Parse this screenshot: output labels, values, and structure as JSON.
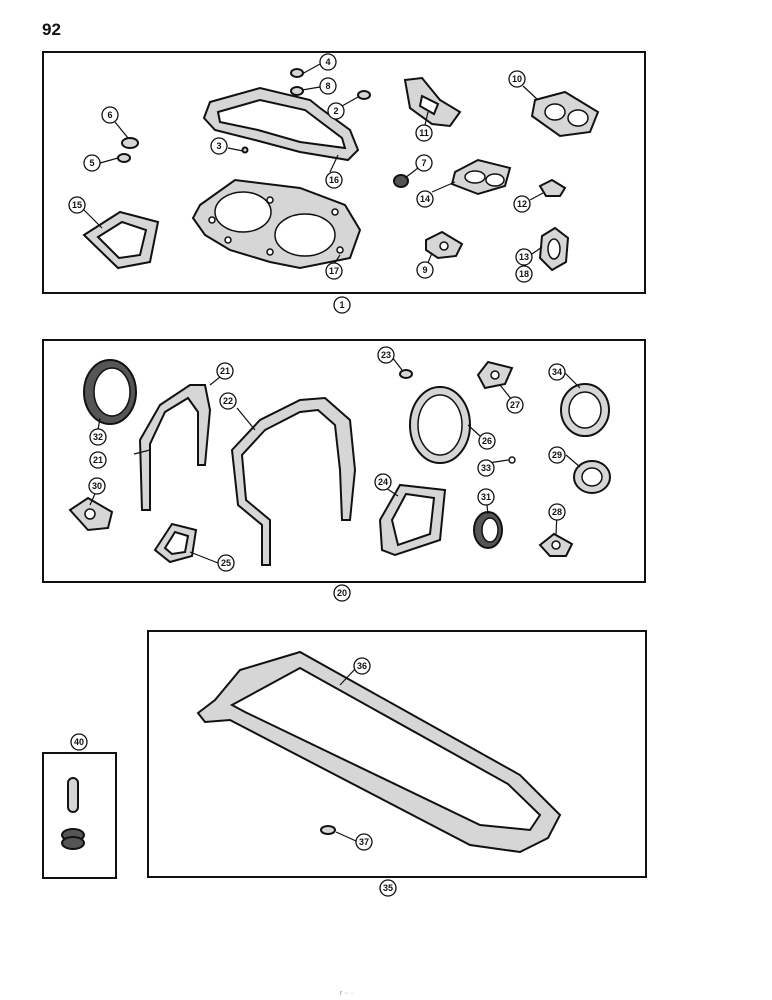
{
  "page": {
    "number": "92",
    "footer_mark": "r ·· ·"
  },
  "kits": [
    {
      "id": "kit-1",
      "label": "1"
    },
    {
      "id": "kit-20",
      "label": "20"
    },
    {
      "id": "kit-35",
      "label": "35"
    },
    {
      "id": "kit-40",
      "label": "40"
    }
  ],
  "callouts": {
    "c1": "1",
    "c2": "2",
    "c3": "3",
    "c4": "4",
    "c5": "5",
    "c6": "6",
    "c7": "7",
    "c8": "8",
    "c9": "9",
    "c10": "10",
    "c11": "11",
    "c12": "12",
    "c13": "13",
    "c14": "14",
    "c15": "15",
    "c16": "16",
    "c17": "17",
    "c18": "18",
    "c20": "20",
    "c21a": "21",
    "c21b": "21",
    "c22": "22",
    "c23": "23",
    "c24": "24",
    "c25": "25",
    "c26": "26",
    "c27": "27",
    "c28": "28",
    "c29": "29",
    "c30": "30",
    "c31": "31",
    "c32": "32",
    "c33": "33",
    "c34": "34",
    "c35": "35",
    "c36": "36",
    "c37": "37",
    "c40": "40"
  }
}
